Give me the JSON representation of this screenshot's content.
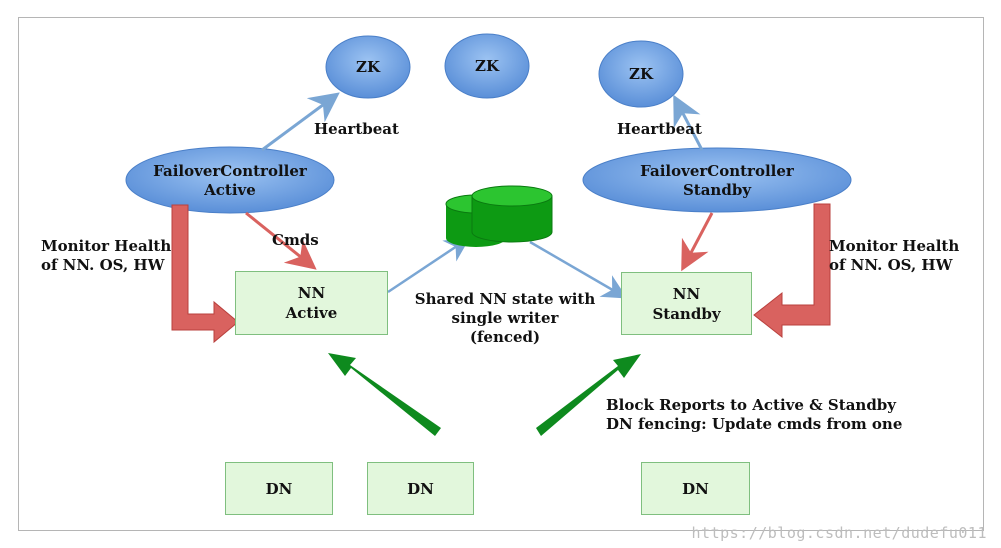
{
  "colors": {
    "ellipse_fill": "#6a9fe3",
    "box_fill": "#e2f7dc",
    "green_arrow": "#0e8a1e",
    "red_arrow": "#d9625f",
    "blue_arrow": "#7aa6d4",
    "db_fill": "#0d9a13"
  },
  "zk_nodes": [
    "ZK",
    "ZK",
    "ZK"
  ],
  "heartbeat": {
    "left": "Heartbeat",
    "right": "Heartbeat"
  },
  "failover": {
    "active": {
      "line1": "FailoverController",
      "line2": "Active"
    },
    "standby": {
      "line1": "FailoverController",
      "line2": "Standby"
    }
  },
  "monitor": {
    "left": {
      "line1": "Monitor Health",
      "line2": "of NN. OS, HW"
    },
    "right": {
      "line1": "Monitor Health",
      "line2": "of NN. OS, HW"
    }
  },
  "cmds": "Cmds",
  "nn": {
    "active": {
      "line1": "NN",
      "line2": "Active"
    },
    "standby": {
      "line1": "NN",
      "line2": "Standby"
    }
  },
  "shared_state": {
    "line1": "Shared NN state with",
    "line2": "single writer",
    "line3": "(fenced)"
  },
  "block_reports": {
    "line1": "Block Reports to Active & Standby",
    "line2": "DN fencing: Update cmds from one"
  },
  "dn_nodes": [
    "DN",
    "DN",
    "DN"
  ],
  "watermark": "https://blog.csdn.net/dudefu011"
}
